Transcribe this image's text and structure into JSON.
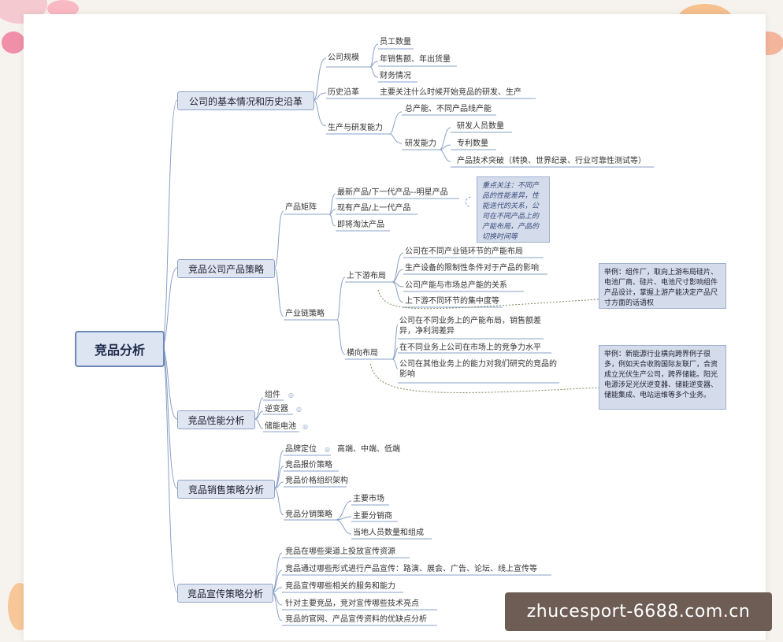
{
  "root": {
    "label": "竞品分析"
  },
  "branches": {
    "b1": {
      "label": "公司的基本情况和历史沿革",
      "scale": {
        "label": "公司规模",
        "items": [
          "员工数量",
          "年销售额、年出货量",
          "财务情况"
        ]
      },
      "history": {
        "label": "历史沿革",
        "item": "主要关注什么时候开始竞品的研发、生产"
      },
      "rd": {
        "label": "生产与研发能力",
        "capacity": "总产能、不同产品线产能",
        "rd_ability": {
          "label": "研发能力",
          "items": [
            "研发人员数量",
            "专利数量",
            "产品技术突破（转换、世界纪录、行业可靠性测试等）"
          ]
        }
      }
    },
    "b2": {
      "label": "竞品公司产品策略",
      "matrix": {
        "label": "产品矩阵",
        "items": [
          "最新产品/下一代产品--明星产品",
          "现有产品/上一代产品",
          "即将淘汰产品"
        ],
        "note": "重点关注：不同产品的性能差异，性能迭代的关系，公司在不同产品上的产能布局，产品的切换时间等"
      },
      "chain": {
        "label": "产业链策略",
        "updown": {
          "label": "上下游布局",
          "items": [
            "公司在不同产业链环节的产能布局",
            "生产设备的限制性条件对于产品的影响",
            "公司产能与市场总产能的关系",
            "上下游不同环节的集中度等"
          ],
          "note": "举例：组件厂，取向上游布局硅片、电池厂商、硅片、电池尺寸影响组件产品设计，掌握上游产能决定产品尺寸方面的话语权"
        },
        "horizontal": {
          "label": "横向布局",
          "items": [
            "公司在不同业务上的产能布局，销售额差异，净利润差异",
            "在不同业务上公司在市场上的竞争力水平",
            "公司在其他业务上的能力对我们研究的竞品的影响"
          ],
          "note": "举例：新能源行业横向跨界例子很多，例如天合收购国际友联厂，合资成立光伏生产公司，跨界储能。阳光电源涉足光伏逆变器、储能逆变器、储能集成、电站运维等多个业务。"
        }
      }
    },
    "b3": {
      "label": "竞品性能分析",
      "items": [
        "组件",
        "逆变器",
        "储能电池"
      ]
    },
    "b4": {
      "label": "竞品销售策略分析",
      "positioning": {
        "label": "品牌定位",
        "value": "高端、中端、低端"
      },
      "pricing": "竞品报价策略",
      "price_combo": "竞品价格组织架构",
      "channel": {
        "label": "竞品分销策略",
        "items": [
          "主要市场",
          "主要分销商",
          "当地人员数量和组成"
        ]
      }
    },
    "b5": {
      "label": "竞品宣传策略分析",
      "items": [
        "竞品在哪些渠道上投放宣传资源",
        "竞品通过哪些形式进行产品宣传：路演、展会、广告、论坛、线上宣传等",
        "竞品宣传哪些相关的服务和能力",
        "针对主要竞品，竞对宣传哪些技术亮点",
        "竞品的官网、产品宣传资料的优缺点分析"
      ]
    }
  },
  "watermark": "zhucesport-6688.com.cn"
}
